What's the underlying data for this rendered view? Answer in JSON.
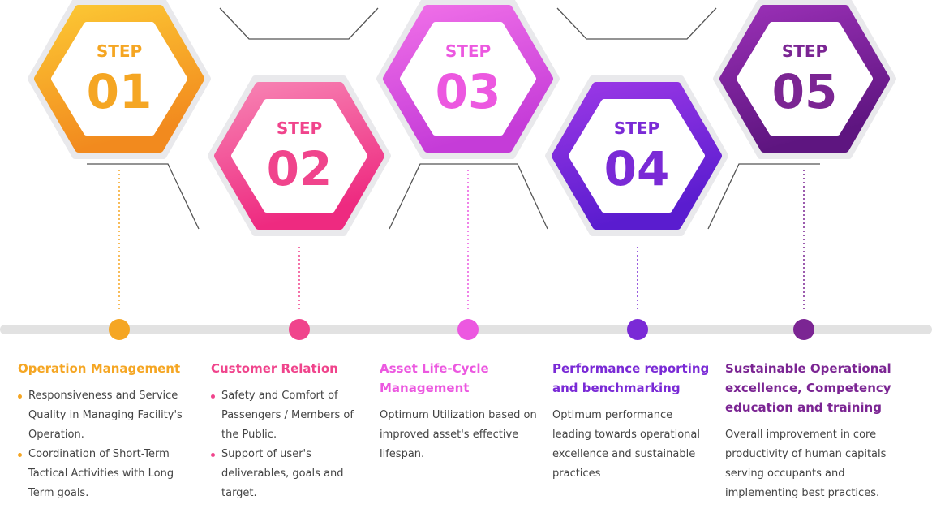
{
  "steps": [
    {
      "step_word": "STEP",
      "number": "01",
      "title": "Operation Management",
      "color": "#f5a623",
      "gradient": [
        "#fcc834",
        "#f28a1e"
      ],
      "bullets": [
        "Responsiveness and Service Quality in Managing Facility's Operation.",
        "Coordination of Short-Term Tactical Activities with Long Term goals."
      ],
      "description": ""
    },
    {
      "step_word": "STEP",
      "number": "02",
      "title": "Customer Relation",
      "color": "#f0448c",
      "gradient": [
        "#f784b4",
        "#ee2a80"
      ],
      "bullets": [
        "Safety and Comfort of Passengers / Members of the Public.",
        "Support of user's deliverables, goals and target."
      ],
      "description": ""
    },
    {
      "step_word": "STEP",
      "number": "03",
      "title": "Asset Life-Cycle Management",
      "color": "#ec58e0",
      "gradient": [
        "#f070e8",
        "#c53cd8"
      ],
      "bullets": [],
      "description": "Optimum Utilization based on improved asset's effective lifespan."
    },
    {
      "step_word": "STEP",
      "number": "04",
      "title": "Performance reporting and benchmarking",
      "color": "#7a2ad6",
      "gradient": [
        "#9b38e6",
        "#5a1ccf"
      ],
      "bullets": [],
      "description": "Optimum performance leading towards operational excellence and sustainable practices"
    },
    {
      "step_word": "STEP",
      "number": "05",
      "title": "Sustainable Operational excellence, Competency education and training",
      "color": "#7b2593",
      "gradient": [
        "#9a30b6",
        "#5e1580"
      ],
      "bullets": [],
      "description": "Overall improvement in core productivity of human capitals serving occupants and implementing best practices."
    }
  ]
}
